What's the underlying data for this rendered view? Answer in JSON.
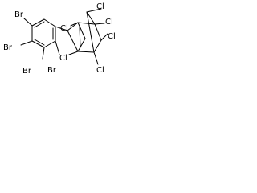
{
  "diagram": {
    "type": "skeletal-structure",
    "atoms": {
      "br1": "Br",
      "br2": "Br",
      "br3": "Br",
      "br4": "Br",
      "cl1": "Cl",
      "cl2": "Cl",
      "cl3": "Cl",
      "cl4": "Cl",
      "cl5": "Cl",
      "cl6": "Cl"
    }
  }
}
